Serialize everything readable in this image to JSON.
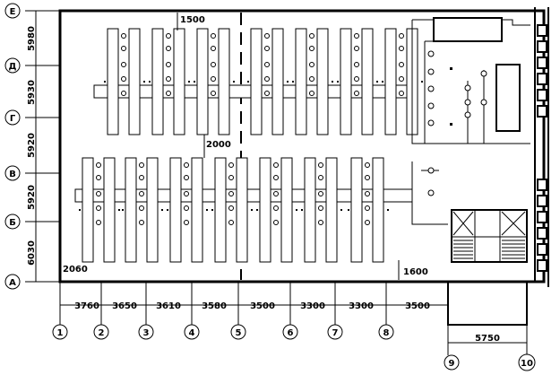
{
  "rows": [
    "Е",
    "Д",
    "Г",
    "В",
    "Б",
    "А"
  ],
  "row_dims": [
    "5980",
    "5930",
    "5920",
    "5920",
    "6030"
  ],
  "columns": [
    "1",
    "2",
    "3",
    "4",
    "5",
    "6",
    "7",
    "8",
    "9",
    "10"
  ],
  "col_dims": [
    "3760",
    "3650",
    "3610",
    "3580",
    "3500",
    "3300",
    "3300",
    "3500"
  ],
  "bay_dim": "5750",
  "annotations": {
    "top_gap": "1500",
    "mid_gap": "2000",
    "left_gap": "2060",
    "right_gap": "1600"
  }
}
